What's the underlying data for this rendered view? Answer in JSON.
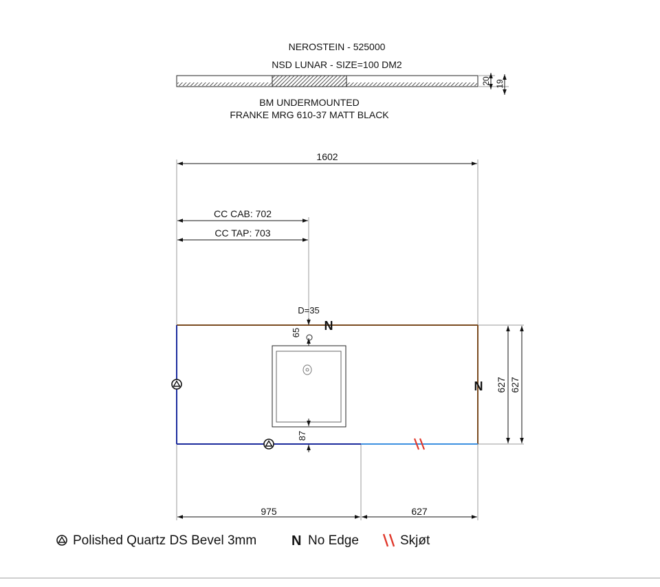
{
  "header": {
    "line1": "NEROSTEIN - 525000",
    "line2": "NSD LUNAR - SIZE=100 DM2",
    "line3": "BM UNDERMOUNTED",
    "line4": "FRANKE MRG 610-37 MATT BLACK"
  },
  "profile": {
    "thickness_a": "20",
    "thickness_b": "19"
  },
  "dimensions": {
    "total_width": "1602",
    "cc_cab": "CC CAB: 702",
    "cc_tap": "CC TAP: 703",
    "tap_hole": "D=35",
    "tap_offset": "65",
    "sink_front_offset": "87",
    "depth_1": "627",
    "depth_2": "627",
    "bottom_left": "975",
    "bottom_right": "627"
  },
  "edge_markers": {
    "no_edge_symbol": "N"
  },
  "legend": {
    "polished": "Polished Quartz DS Bevel 3mm",
    "no_edge_symbol": "N",
    "no_edge": "No Edge",
    "joint": "Skjøt"
  },
  "colors": {
    "polished_edge": "#1a2a9c",
    "no_edge": "#7a4a1e",
    "joint_edge": "#3b8fe0",
    "joint_mark": "#e0382b"
  }
}
